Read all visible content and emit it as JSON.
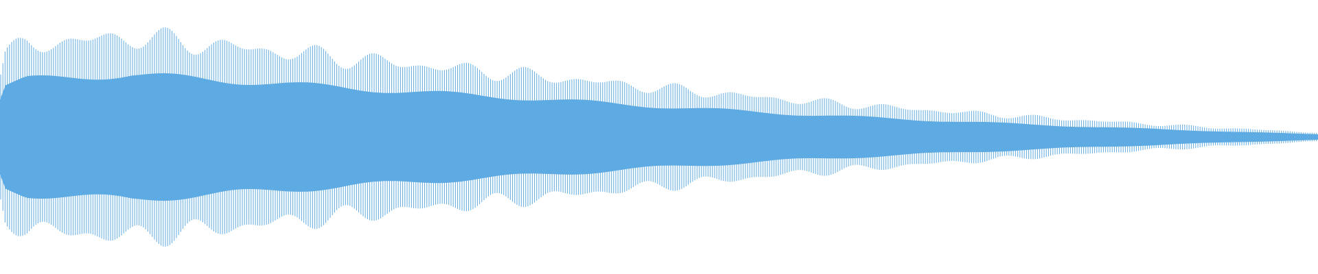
{
  "waveform": {
    "color": "#5eaae2",
    "background": "#ffffff",
    "shape": "decaying-oscillation",
    "envelope": [
      {
        "t": 0.0,
        "amp": 0.55
      },
      {
        "t": 0.004,
        "amp": 0.75
      },
      {
        "t": 0.02,
        "amp": 0.85
      },
      {
        "t": 0.1,
        "amp": 0.92
      },
      {
        "t": 0.2,
        "amp": 0.8
      },
      {
        "t": 0.3,
        "amp": 0.68
      },
      {
        "t": 0.4,
        "amp": 0.57
      },
      {
        "t": 0.5,
        "amp": 0.45
      },
      {
        "t": 0.6,
        "amp": 0.34
      },
      {
        "t": 0.7,
        "amp": 0.25
      },
      {
        "t": 0.8,
        "amp": 0.17
      },
      {
        "t": 0.9,
        "amp": 0.1
      },
      {
        "t": 1.0,
        "amp": 0.04
      }
    ]
  }
}
